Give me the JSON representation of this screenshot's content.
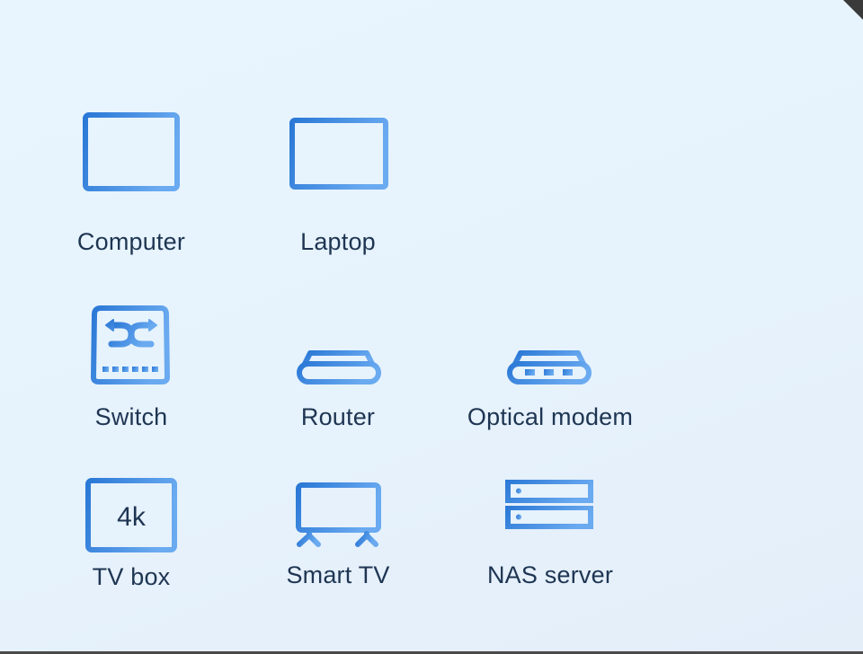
{
  "devices": [
    {
      "label": "Computer",
      "icon": "computer-icon"
    },
    {
      "label": "Laptop",
      "icon": "laptop-icon"
    },
    {
      "label": "Switch",
      "icon": "switch-icon"
    },
    {
      "label": "Router",
      "icon": "router-icon"
    },
    {
      "label": "Optical modem",
      "icon": "optical-modem-icon"
    },
    {
      "label": "TV box",
      "icon": "tv-box-icon",
      "badge": "4k"
    },
    {
      "label": "Smart TV",
      "icon": "smart-tv-icon"
    },
    {
      "label": "NAS server",
      "icon": "nas-server-icon"
    }
  ],
  "colors": {
    "icon_start": "#2a78d6",
    "icon_end": "#6aaaf0",
    "text": "#1e3552"
  }
}
